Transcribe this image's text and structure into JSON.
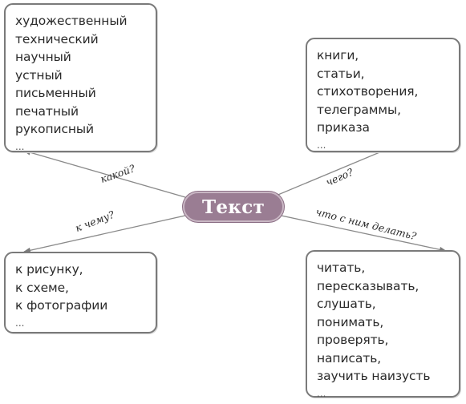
{
  "center": {
    "label": "Текст"
  },
  "boxes": {
    "top_left": {
      "items": [
        "художественный",
        "технический",
        "научный",
        "устный",
        "письменный",
        "печатный",
        "рукописный"
      ],
      "ellipsis": "..."
    },
    "top_right": {
      "items": [
        "книги,",
        "статьи,",
        "стихотворения,",
        "телеграммы,",
        "приказа"
      ],
      "ellipsis": "..."
    },
    "bottom_left": {
      "items": [
        "к рисунку,",
        "к схеме,",
        "к фотографии"
      ],
      "ellipsis": "..."
    },
    "bottom_right": {
      "items": [
        "читать,",
        "пересказывать,",
        "слушать,",
        "понимать,",
        "проверять,",
        "написать,",
        "заучить наизусть"
      ],
      "ellipsis": "..."
    }
  },
  "questions": {
    "top_left": "какой?",
    "top_right": "чего?",
    "bottom_left": "к чему?",
    "bottom_right": "что с ним делать?"
  }
}
